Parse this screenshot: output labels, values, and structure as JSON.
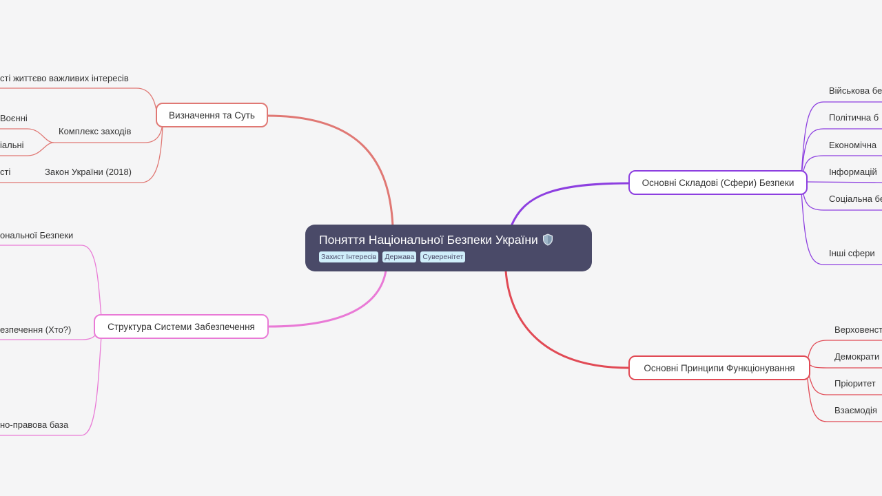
{
  "root": {
    "title": "Поняття Національної Безпеки України",
    "icon": "shield-icon",
    "tags": [
      "Захист Інтересів",
      "Держава",
      "Суверенітет"
    ]
  },
  "branches": {
    "definition": {
      "label": "Визначення та Суть",
      "color": "#e07874",
      "leaves": [
        "сті життєво важливих інтересів",
        "Комплекс заходів",
        "Закон України (2018)"
      ],
      "subleaves": [
        "Воєнні",
        "іальні",
        "сті"
      ]
    },
    "structure": {
      "label": "Структура Системи Забезпечення",
      "color": "#e97ad6",
      "leaves": [
        "ональної Безпеки",
        "езпечення (Хто?)",
        "но-правова база"
      ]
    },
    "spheres": {
      "label": "Основні Складові (Сфери) Безпеки",
      "color": "#8d3fe0",
      "leaves": [
        "Військова бе",
        "Політична б",
        "Економічна",
        "Інформацій",
        "Соціальна бе",
        "Інші сфери"
      ]
    },
    "principles": {
      "label": "Основні Принципи Функціонування",
      "color": "#e14a55",
      "leaves": [
        "Верховенст",
        "Демократи",
        "Пріоритет",
        "Взаємодія"
      ]
    }
  }
}
